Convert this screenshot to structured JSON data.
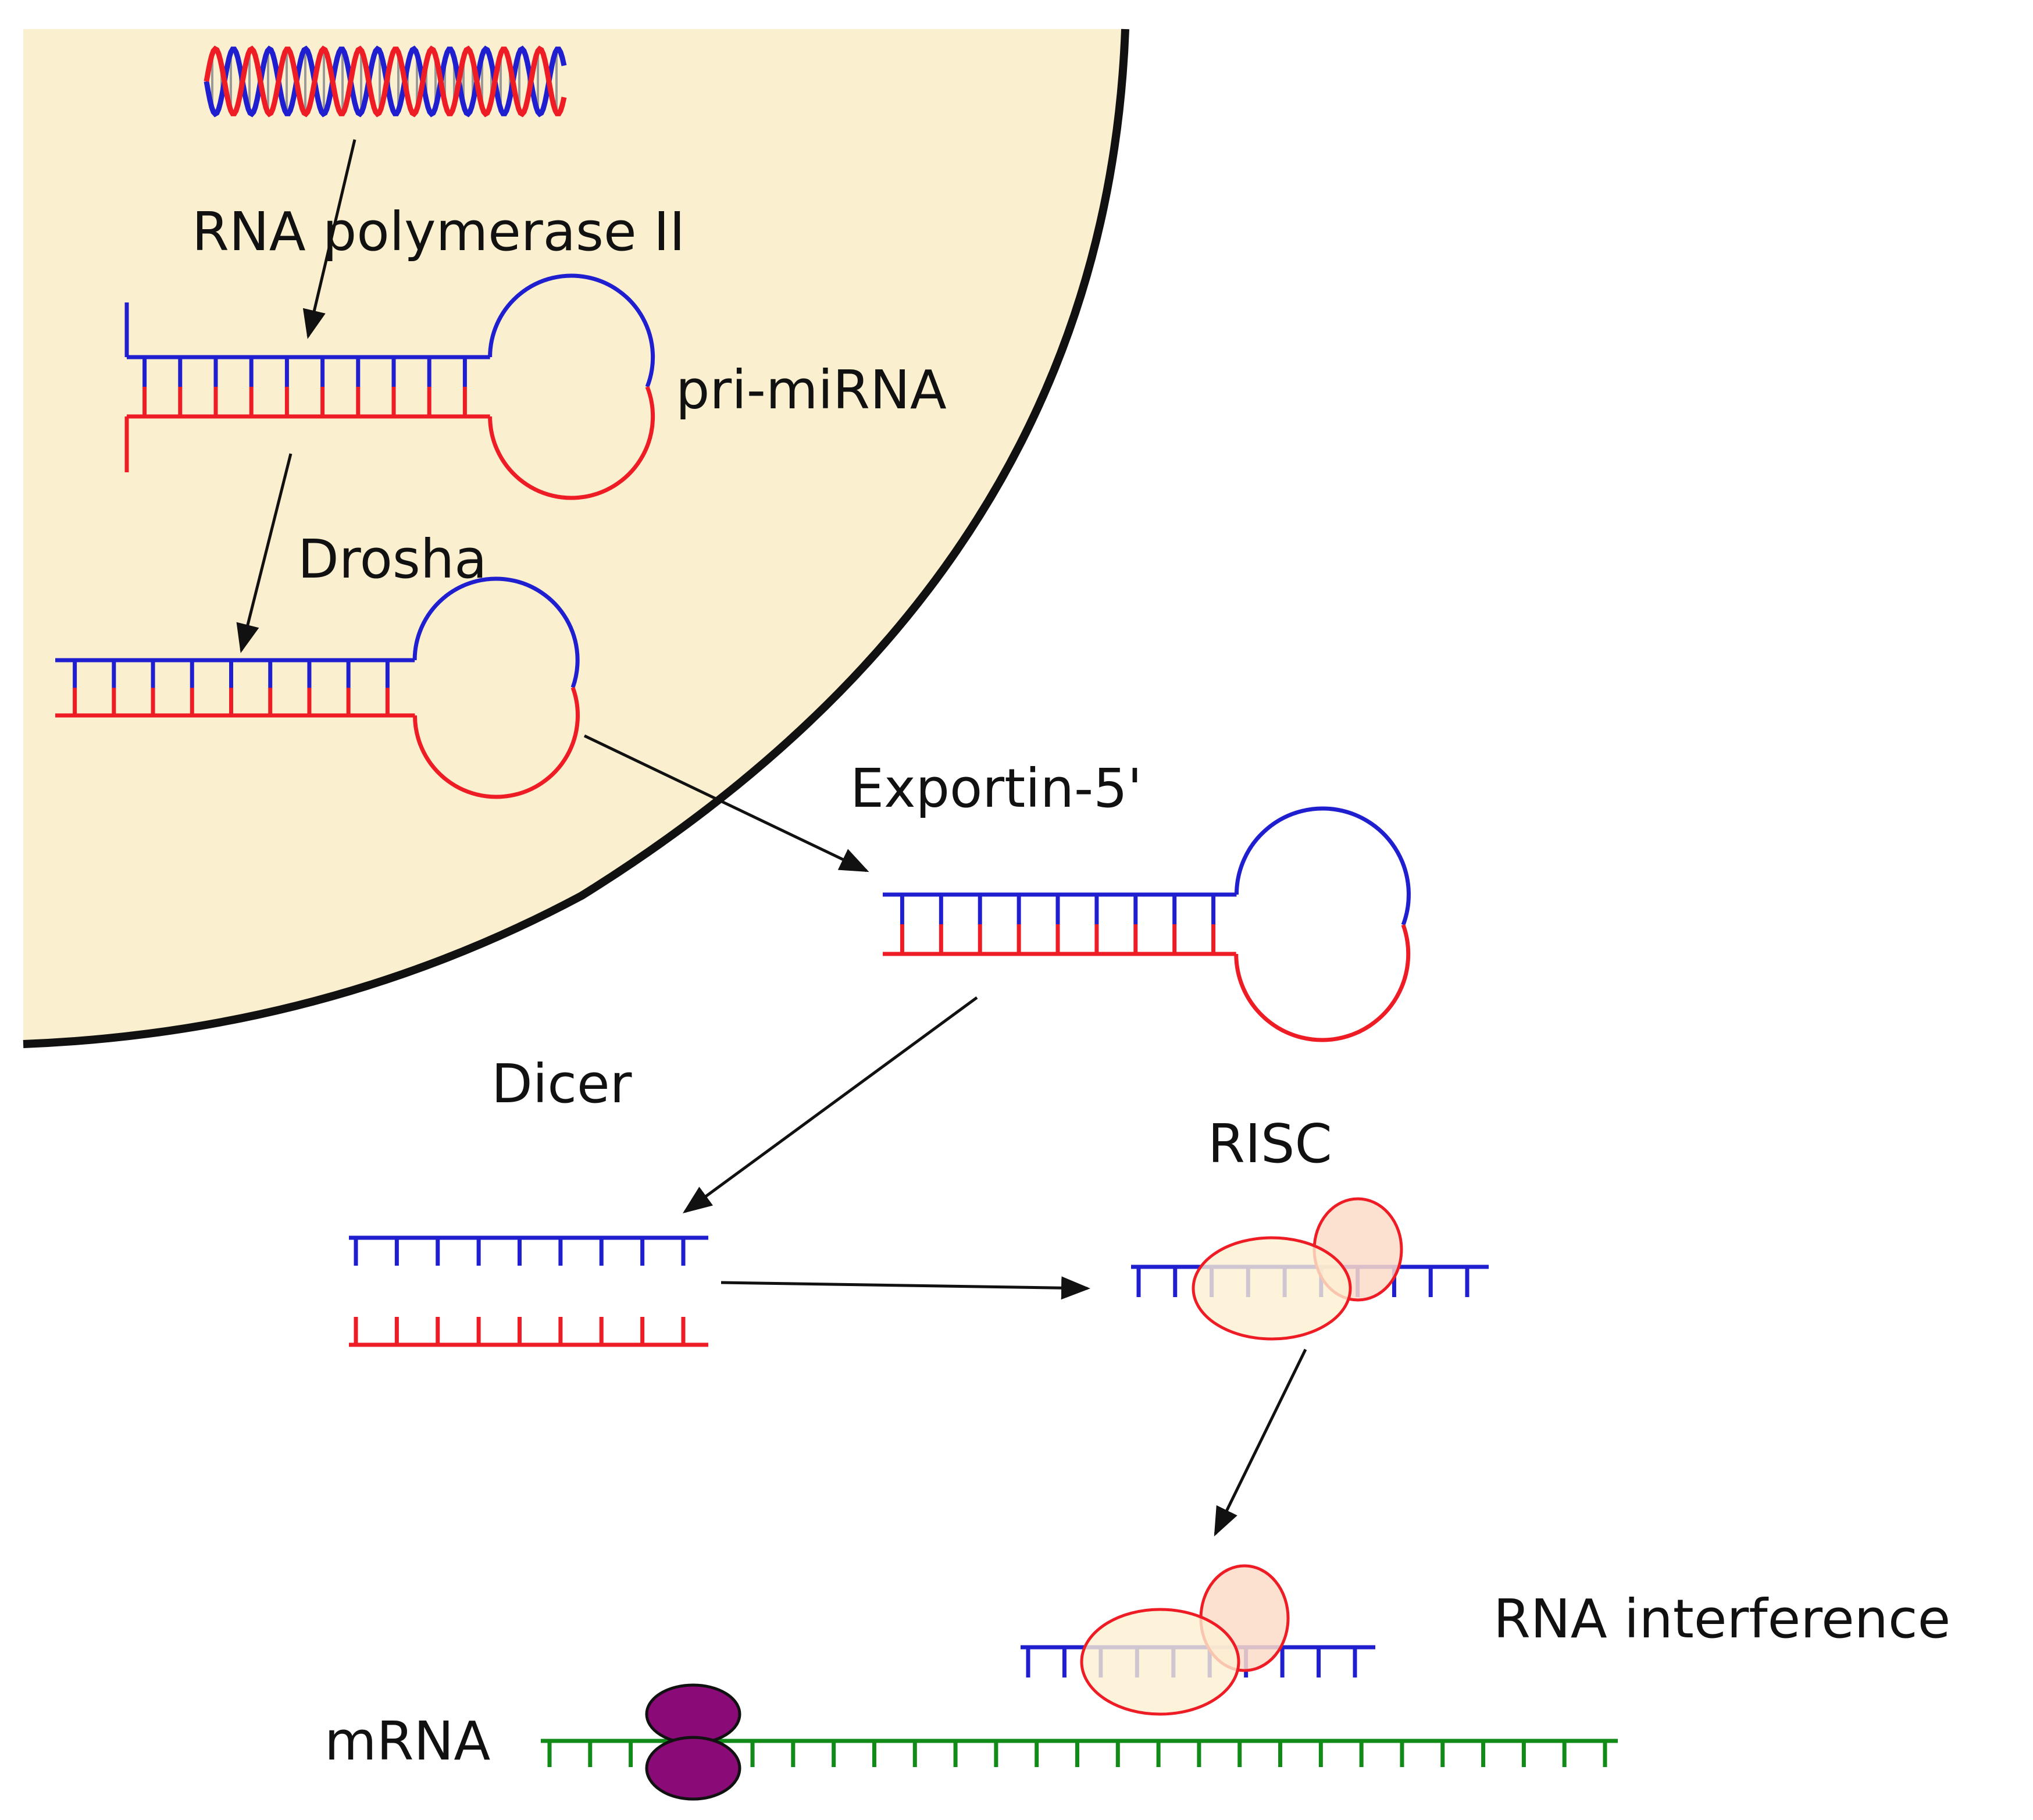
{
  "labels": {
    "pol2": "RNA polymerase II",
    "pri_mirna": "pri-miRNA",
    "drosha": "Drosha",
    "exportin": "Exportin-5'",
    "dicer": "Dicer",
    "risc": "RISC",
    "interference": "RNA interference",
    "mrna": "mRNA"
  },
  "colors": {
    "nucleus_fill": "#faefcf",
    "strand_blue": "#1f1fd0",
    "strand_red": "#ee1c25",
    "mrna_green": "#118a18",
    "risc_fill": "#fcf0d2",
    "risc_small_fill": "#fbdcc8",
    "ribosome_fill": "#8a0a78",
    "arrow": "#111111"
  }
}
